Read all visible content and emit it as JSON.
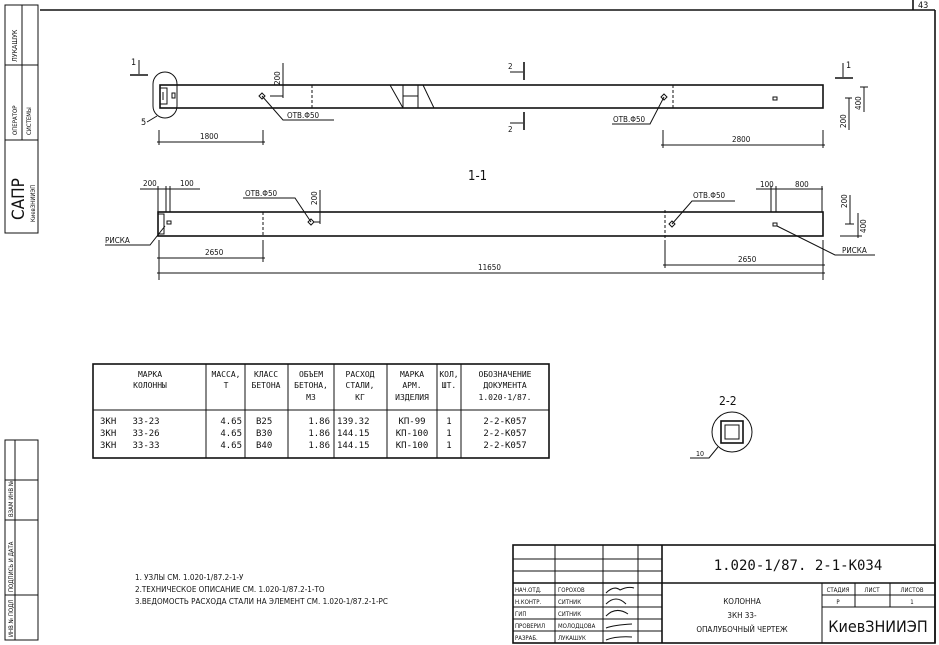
{
  "sheet_number": "43",
  "side_stamp": {
    "person": "ЛУКАШУК",
    "role_line1": "ОПЕРАТОР",
    "role_line2": "СИСТЕМЫ",
    "sapr": "САПР",
    "sapr_org": "КиевЗНИИЭП",
    "inv_podl": "ИНВ № ПОДЛ",
    "podpis_data": "ПОДПИСЬ И ДАТА",
    "vzam_inv": "ВЗАМ ИНВ №"
  },
  "plan_view": {
    "section_mark_1": "1",
    "section_mark_2": "2",
    "callout_5": "5",
    "dim_200": "200",
    "hole_left": "ОТВ.Φ50",
    "hole_right": "ОТВ.Φ50",
    "dim_1800": "1800",
    "dim_2800": "2800",
    "dim_400": "400",
    "dim_200_right": "200"
  },
  "section_1_1": {
    "title": "1-1",
    "dim_200_top": "200",
    "dim_100_top": "100",
    "hole_left": "ОТВ.Φ50",
    "hole_right": "ОТВ.Φ50",
    "dim_200_vert": "200",
    "dim_100_right": "100",
    "dim_800_right": "800",
    "dim_200_right": "200",
    "dim_400_right": "400",
    "riska_left": "РИСКА",
    "riska_right": "РИСКА",
    "dim_2650_left": "2650",
    "dim_2650_right": "2650",
    "dim_11650": "11650"
  },
  "section_2_2": {
    "title": "2-2",
    "callout_10": "10"
  },
  "spec_table": {
    "headers": [
      [
        "МАРКА",
        "КОЛОННЫ"
      ],
      [
        "МАССА,",
        "Т"
      ],
      [
        "КЛАСС",
        "БЕТОНА"
      ],
      [
        "ОБЪЕМ",
        "БЕТОНА,",
        "М3"
      ],
      [
        "РАСХОД",
        "СТАЛИ,",
        "КГ"
      ],
      [
        "МАРКА",
        "АРМ.",
        "ИЗДЕЛИЯ"
      ],
      [
        "КОЛ,",
        "ШТ."
      ],
      [
        "ОБОЗНАЧЕНИЕ",
        "ДОКУМЕНТА",
        "1.020-1/87."
      ]
    ],
    "rows": [
      [
        "3КН   33-23",
        "4.65",
        "В25",
        "1.86",
        "139.32",
        "КП-99",
        "1",
        "2-2-К057"
      ],
      [
        "3КН   33-26",
        "4.65",
        "В30",
        "1.86",
        "144.15",
        "КП-100",
        "1",
        "2-2-К057"
      ],
      [
        "3КН   33-33",
        "4.65",
        "В40",
        "1.86",
        "144.15",
        "КП-100",
        "1",
        "2-2-К057"
      ]
    ]
  },
  "notes": [
    "1. УЗЛЫ СМ. 1.020-1/87.2-1-У",
    "2.ТЕХНИЧЕСКОЕ ОПИСАНИЕ СМ. 1.020-1/87.2-1-ТО",
    "3.ВЕДОМОСТЬ РАСХОДА СТАЛИ НА ЭЛЕМЕНТ СМ. 1.020-1/87.2-1-РС"
  ],
  "title_block": {
    "document_code": "1.020-1/87.  2-1-К034",
    "staff": [
      {
        "role": "НАЧ.ОТД.",
        "name": "ГОРОХОВ"
      },
      {
        "role": "Н.КОНТР.",
        "name": "СИТНИК"
      },
      {
        "role": "ГИП",
        "name": "СИТНИК"
      },
      {
        "role": "ПРОВЕРИЛ",
        "name": "МОЛОДЦОВА"
      },
      {
        "role": "РАЗРАБ.",
        "name": "ЛУКАШУК"
      }
    ],
    "element_name_1": "КОЛОННА",
    "element_name_2": "3КН 33-",
    "element_name_3": "ОПАЛУБОЧНЫЙ ЧЕРТЕЖ",
    "stage_label": "СТАДИЯ",
    "sheet_label": "ЛИСТ",
    "sheets_label": "ЛИСТОВ",
    "stage_value": "Р",
    "sheet_value": "",
    "sheets_value": "1",
    "organization": "КиевЗНИИЭП"
  }
}
